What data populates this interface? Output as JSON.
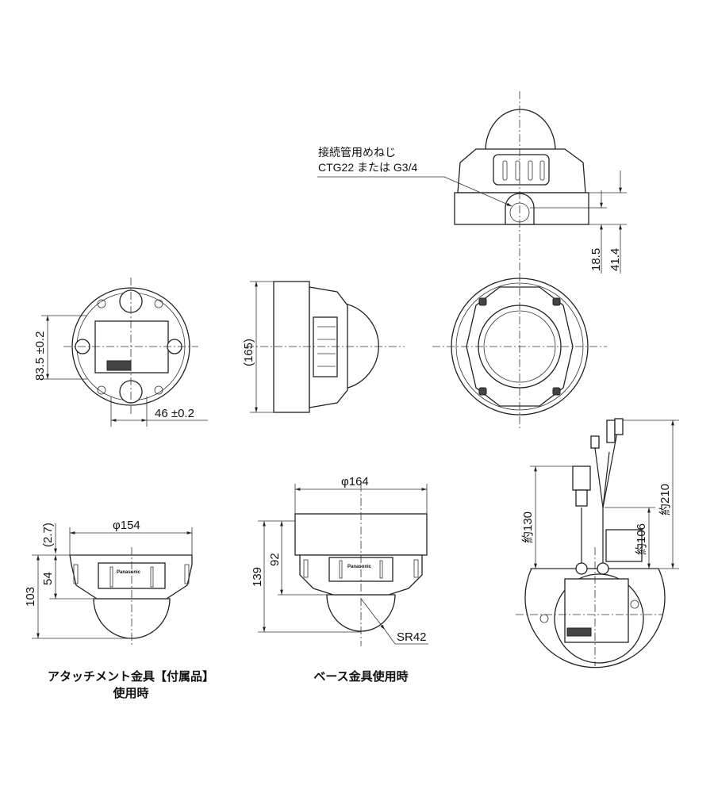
{
  "top_view": {
    "note_line1": "接続管用めねじ",
    "note_line2": "CTG22 または G3/4",
    "dim_inner": "18.5",
    "dim_outer": "41.4"
  },
  "attachment_plate": {
    "dim_vertical": "83.5 ±0.2",
    "dim_horizontal": "46 ±0.2"
  },
  "side_view": {
    "dim_height": "(165)"
  },
  "bottom_left": {
    "dim_diameter": "φ154",
    "dim_gap": "(2.7)",
    "dim_body": "54",
    "dim_total": "103",
    "brand": "Panasonic",
    "caption_line1": "アタッチメント金具【付属品】",
    "caption_line2": "使用時"
  },
  "bottom_center": {
    "dim_diameter": "φ164",
    "dim_body": "92",
    "dim_total": "139",
    "dim_radius": "SR42",
    "brand": "Panasonic",
    "caption": "ベース金具使用時"
  },
  "bottom_right": {
    "dim_cable1": "約130",
    "dim_cable2": "約106",
    "dim_cable3": "約210"
  }
}
